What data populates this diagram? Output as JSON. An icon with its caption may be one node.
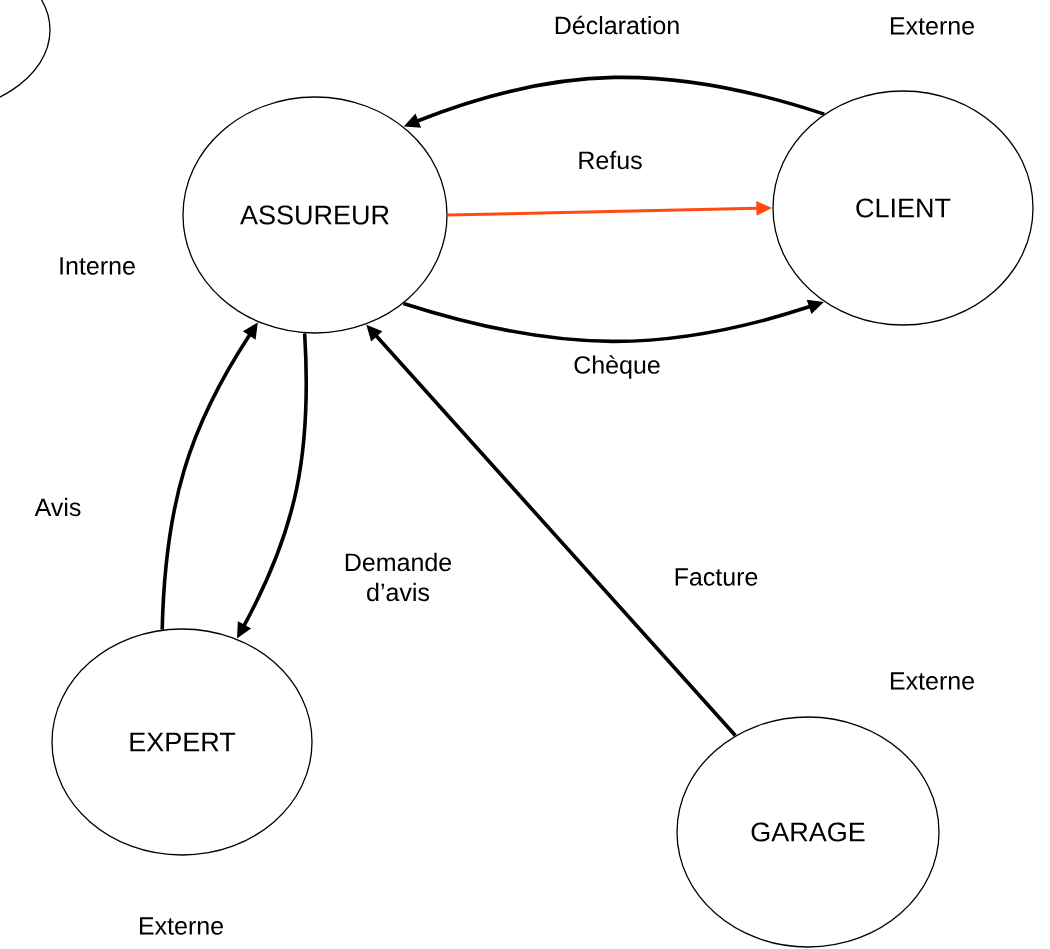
{
  "diagram": {
    "nodes": [
      {
        "text": [],
        "shape": "circle"
      },
      {
        "text": [
          "ASSUREUR"
        ],
        "beside": [
          "Interne"
        ]
      },
      {
        "text": [
          "CLIENT"
        ],
        "beside": [
          "Externe"
        ]
      },
      {
        "text": [
          "EXPERT"
        ],
        "beside": [
          "Externe"
        ]
      },
      {
        "text": [
          "GARAGE"
        ],
        "beside": [
          "Externe"
        ]
      }
    ],
    "edges": [
      {
        "from": 2,
        "to": 1,
        "arrow": "to",
        "label": "Déclaration"
      },
      {
        "from": 1,
        "to": 2,
        "arrow": "to",
        "label": "Refus",
        "color": "#ff4a12"
      },
      {
        "from": 1,
        "to": 2,
        "arrow": "to",
        "label": "Chèque"
      },
      {
        "from": 3,
        "to": 1,
        "arrow": "to",
        "label": "Avis"
      },
      {
        "from": 1,
        "to": 3,
        "arrow": "to",
        "label": "Demande d’avis"
      },
      {
        "from": 4,
        "to": 1,
        "arrow": "to",
        "label": "Facture"
      }
    ]
  }
}
